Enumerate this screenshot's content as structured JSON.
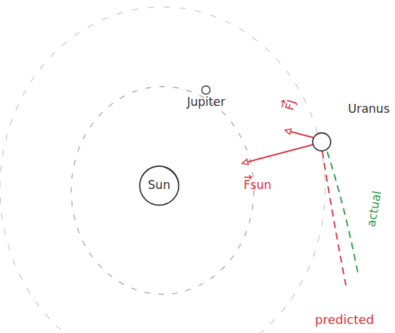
{
  "diagram": {
    "nodes": [
      {
        "text": [
          "Sun"
        ]
      },
      {
        "text": [
          "Jupiter"
        ]
      },
      {
        "text": [
          "Uranus"
        ]
      }
    ],
    "labels": [
      "Fsun",
      "FJ",
      "actual",
      "predicted"
    ]
  }
}
